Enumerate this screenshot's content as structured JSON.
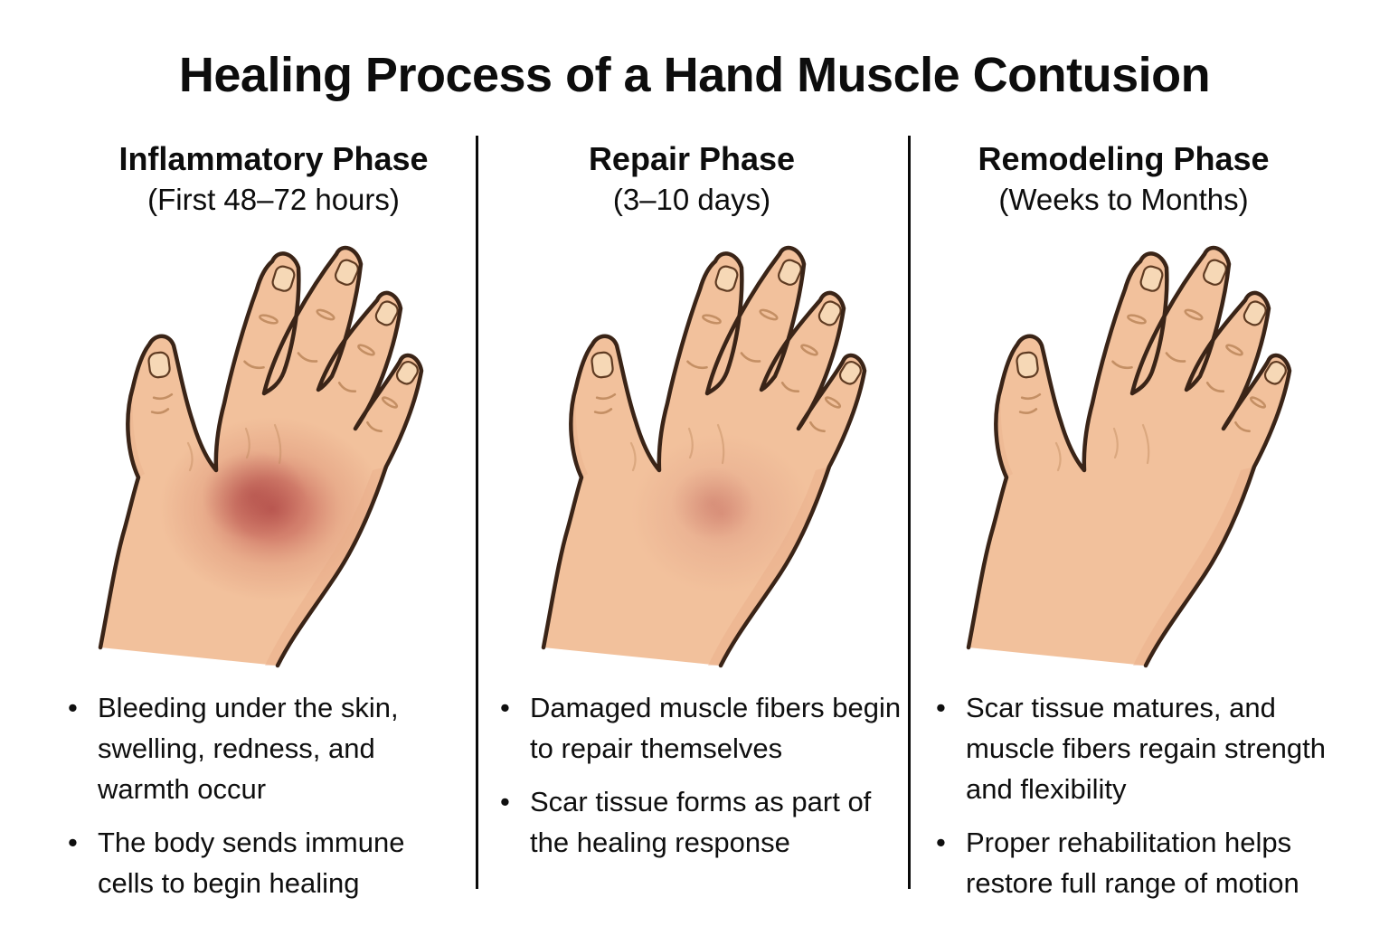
{
  "title": "Healing Process of a Hand Muscle Contusion",
  "phases": [
    {
      "name": "Inflammatory Phase",
      "duration": "(First 48–72 hours)",
      "bullets": [
        "Bleeding under the skin, swelling, redness, and warmth occur",
        "The body sends immune cells to begin healing"
      ]
    },
    {
      "name": "Repair Phase",
      "duration": "(3–10 days)",
      "bullets": [
        "Damaged muscle fibers begin to repair themselves",
        "Scar tissue forms as part of the healing response"
      ]
    },
    {
      "name": "Remodeling Phase",
      "duration": "(Weeks to Months)",
      "bullets": [
        "Scar tissue matures, and muscle fibers regain strength and flexibility",
        "Proper rehabilitation helps restore full range of motion"
      ]
    }
  ],
  "colors": {
    "background": "#ffffff",
    "text": "#0d0d0d",
    "divider": "#0a0a0a",
    "skin": "#F2C19C",
    "skin_shade": "#E9AE8A",
    "outline": "#3A2417",
    "nail": "#F6D8B6",
    "nail_outline": "#5F3B22",
    "crease": "#C08A5E",
    "bruise_acute_core": "#A83F3F",
    "bruise_acute": "#B44A47",
    "bruise_acute_mid": "#C25B52",
    "bruise_acute_edge": "#D8896F",
    "bruise_repair_core": "#C26A5E",
    "bruise_repair": "#CC7568",
    "bruise_repair_edge": "#DC9680"
  }
}
